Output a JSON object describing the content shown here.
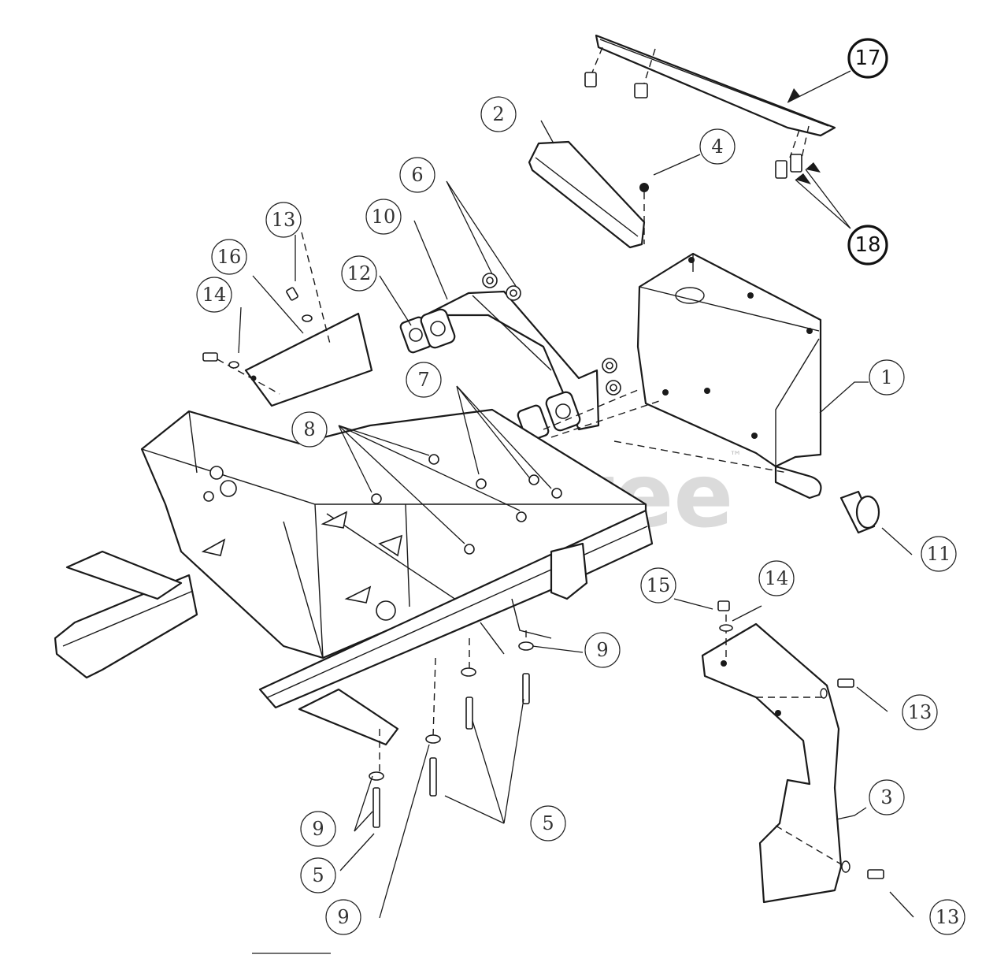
{
  "watermark": {
    "text": "PartsTree",
    "trademark": "™"
  },
  "callouts": {
    "c1": "1",
    "c2": "2",
    "c3": "3",
    "c4": "4",
    "c5a": "5",
    "c5b": "5",
    "c6": "6",
    "c7": "7",
    "c8": "8",
    "c9a": "9",
    "c9b": "9",
    "c9c": "9",
    "c10": "10",
    "c11": "11",
    "c12": "12",
    "c13a": "13",
    "c13b": "13",
    "c13c": "13",
    "c14a": "14",
    "c14b": "14",
    "c15": "15",
    "c16": "16",
    "c17": "17",
    "c18": "18"
  }
}
